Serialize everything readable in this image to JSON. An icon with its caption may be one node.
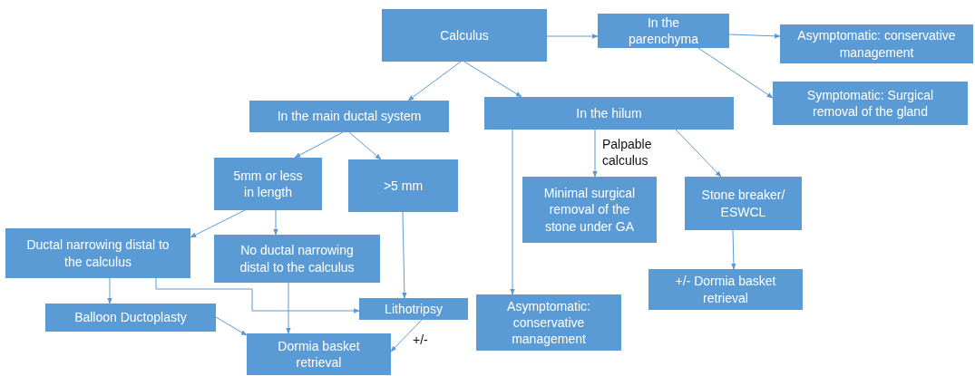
{
  "diagram": {
    "nodes": [
      {
        "text": [
          "Calculus"
        ]
      },
      {
        "text": [
          "In the parenchyma"
        ]
      },
      {
        "text": [
          "Asymptomatic: conservative management"
        ]
      },
      {
        "text": [
          "Symptomatic: Surgical removal of the gland"
        ]
      },
      {
        "text": [
          "In the main ductal system"
        ]
      },
      {
        "text": [
          "In the hilum"
        ]
      },
      {
        "text": [
          "5mm or less in length"
        ]
      },
      {
        "text": [
          ">5 mm"
        ]
      },
      {
        "text": [
          "Ductal narrowing distal to the calculus"
        ]
      },
      {
        "text": [
          "No ductal narrowing distal to the calculus"
        ]
      },
      {
        "text": [
          "Balloon Ductoplasty"
        ]
      },
      {
        "text": [
          "Lithotripsy"
        ]
      },
      {
        "text": [
          "Dormia basket retrieval"
        ]
      },
      {
        "text": [
          "Minimal surgical removal of the stone under GA"
        ]
      },
      {
        "text": [
          "Stone breaker/ ESWCL"
        ]
      },
      {
        "text": [
          "+/- Dormia basket retrieval"
        ]
      },
      {
        "text": [
          "Asymptomatic: conservative management"
        ]
      }
    ],
    "edges": [
      {
        "from": 0,
        "to": 1,
        "arrow": "to"
      },
      {
        "from": 1,
        "to": 2,
        "arrow": "to"
      },
      {
        "from": 1,
        "to": 3,
        "arrow": "to"
      },
      {
        "from": 0,
        "to": 4,
        "arrow": "to"
      },
      {
        "from": 0,
        "to": 5,
        "arrow": "to"
      },
      {
        "from": 4,
        "to": 6,
        "arrow": "to"
      },
      {
        "from": 4,
        "to": 7,
        "arrow": "to"
      },
      {
        "from": 6,
        "to": 8,
        "arrow": "to"
      },
      {
        "from": 6,
        "to": 9,
        "arrow": "to"
      },
      {
        "from": 7,
        "to": 11,
        "arrow": "to"
      },
      {
        "from": 8,
        "to": 10,
        "arrow": "to"
      },
      {
        "from": 8,
        "to": 11,
        "arrow": "to"
      },
      {
        "from": 9,
        "to": 12,
        "arrow": "to"
      },
      {
        "from": 10,
        "to": 12,
        "arrow": "to"
      },
      {
        "from": 11,
        "to": 12,
        "arrow": "to",
        "label": "+/-"
      },
      {
        "from": 5,
        "to": 16,
        "arrow": "to"
      },
      {
        "from": 5,
        "to": 13,
        "arrow": "to",
        "label": "Palpable calculus"
      },
      {
        "from": 5,
        "to": 14,
        "arrow": "to"
      },
      {
        "from": 14,
        "to": 15,
        "arrow": "to"
      }
    ]
  }
}
